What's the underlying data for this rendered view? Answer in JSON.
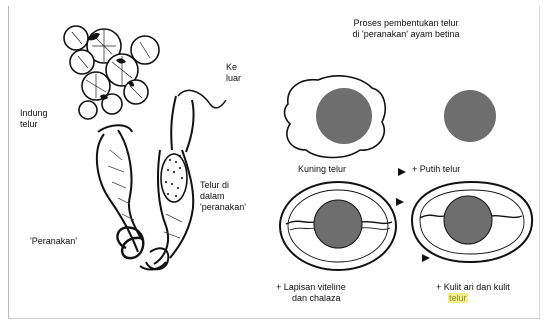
{
  "labels": {
    "title_line1": "Proses pembentukan telur",
    "title_line2": "di 'peranakan' ayam betina",
    "ke_luar_line1": "Ke",
    "ke_luar_line2": "luar",
    "indung_line1": "Indung",
    "indung_line2": "telur",
    "telur_di_line1": "Telur di",
    "telur_di_line2": "dalam",
    "telur_di_line3": "'peranakan'",
    "peranakan": "'Peranakan'",
    "kuning_telur": "Kuning telur",
    "putih_telur": "+ Putih telur",
    "lapisan_line1": "+  Lapisan viteline",
    "lapisan_line2": "dan chalaza",
    "kulit_line1": "+  Kulit ari dan kulit",
    "kulit_line2": "telur"
  },
  "colors": {
    "yolk": "#6e6e6e",
    "line": "#111111",
    "highlight": "#f3f08a"
  }
}
